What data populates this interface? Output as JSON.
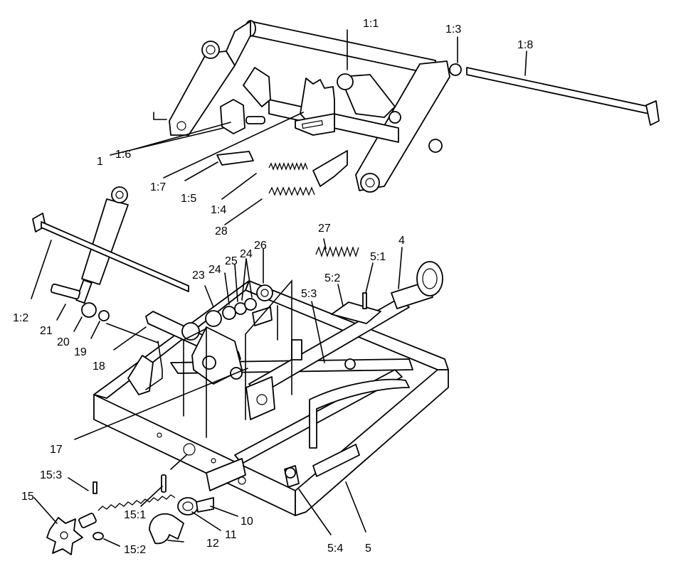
{
  "callouts": [
    {
      "id": "c-1",
      "text": "1"
    },
    {
      "id": "c-1-1",
      "text": "1:1"
    },
    {
      "id": "c-1-2",
      "text": "1:2"
    },
    {
      "id": "c-1-3",
      "text": "1:3"
    },
    {
      "id": "c-1-4",
      "text": "1:4"
    },
    {
      "id": "c-1-5",
      "text": "1:5"
    },
    {
      "id": "c-1-6",
      "text": "1:6"
    },
    {
      "id": "c-1-7",
      "text": "1:7"
    },
    {
      "id": "c-1-8",
      "text": "1:8"
    },
    {
      "id": "c-4",
      "text": "4"
    },
    {
      "id": "c-5",
      "text": "5"
    },
    {
      "id": "c-5-1",
      "text": "5:1"
    },
    {
      "id": "c-5-2",
      "text": "5:2"
    },
    {
      "id": "c-5-3",
      "text": "5:3"
    },
    {
      "id": "c-5-4",
      "text": "5:4"
    },
    {
      "id": "c-10",
      "text": "10"
    },
    {
      "id": "c-11",
      "text": "11"
    },
    {
      "id": "c-12",
      "text": "12"
    },
    {
      "id": "c-15",
      "text": "15"
    },
    {
      "id": "c-15-1",
      "text": "15:1"
    },
    {
      "id": "c-15-2",
      "text": "15:2"
    },
    {
      "id": "c-15-3",
      "text": "15:3"
    },
    {
      "id": "c-17",
      "text": "17"
    },
    {
      "id": "c-18",
      "text": "18"
    },
    {
      "id": "c-19",
      "text": "19"
    },
    {
      "id": "c-20",
      "text": "20"
    },
    {
      "id": "c-21",
      "text": "21"
    },
    {
      "id": "c-23",
      "text": "23"
    },
    {
      "id": "c-24a",
      "text": "24"
    },
    {
      "id": "c-24b",
      "text": "24"
    },
    {
      "id": "c-25",
      "text": "25"
    },
    {
      "id": "c-26",
      "text": "26"
    },
    {
      "id": "c-27",
      "text": "27"
    },
    {
      "id": "c-28",
      "text": "28"
    }
  ]
}
